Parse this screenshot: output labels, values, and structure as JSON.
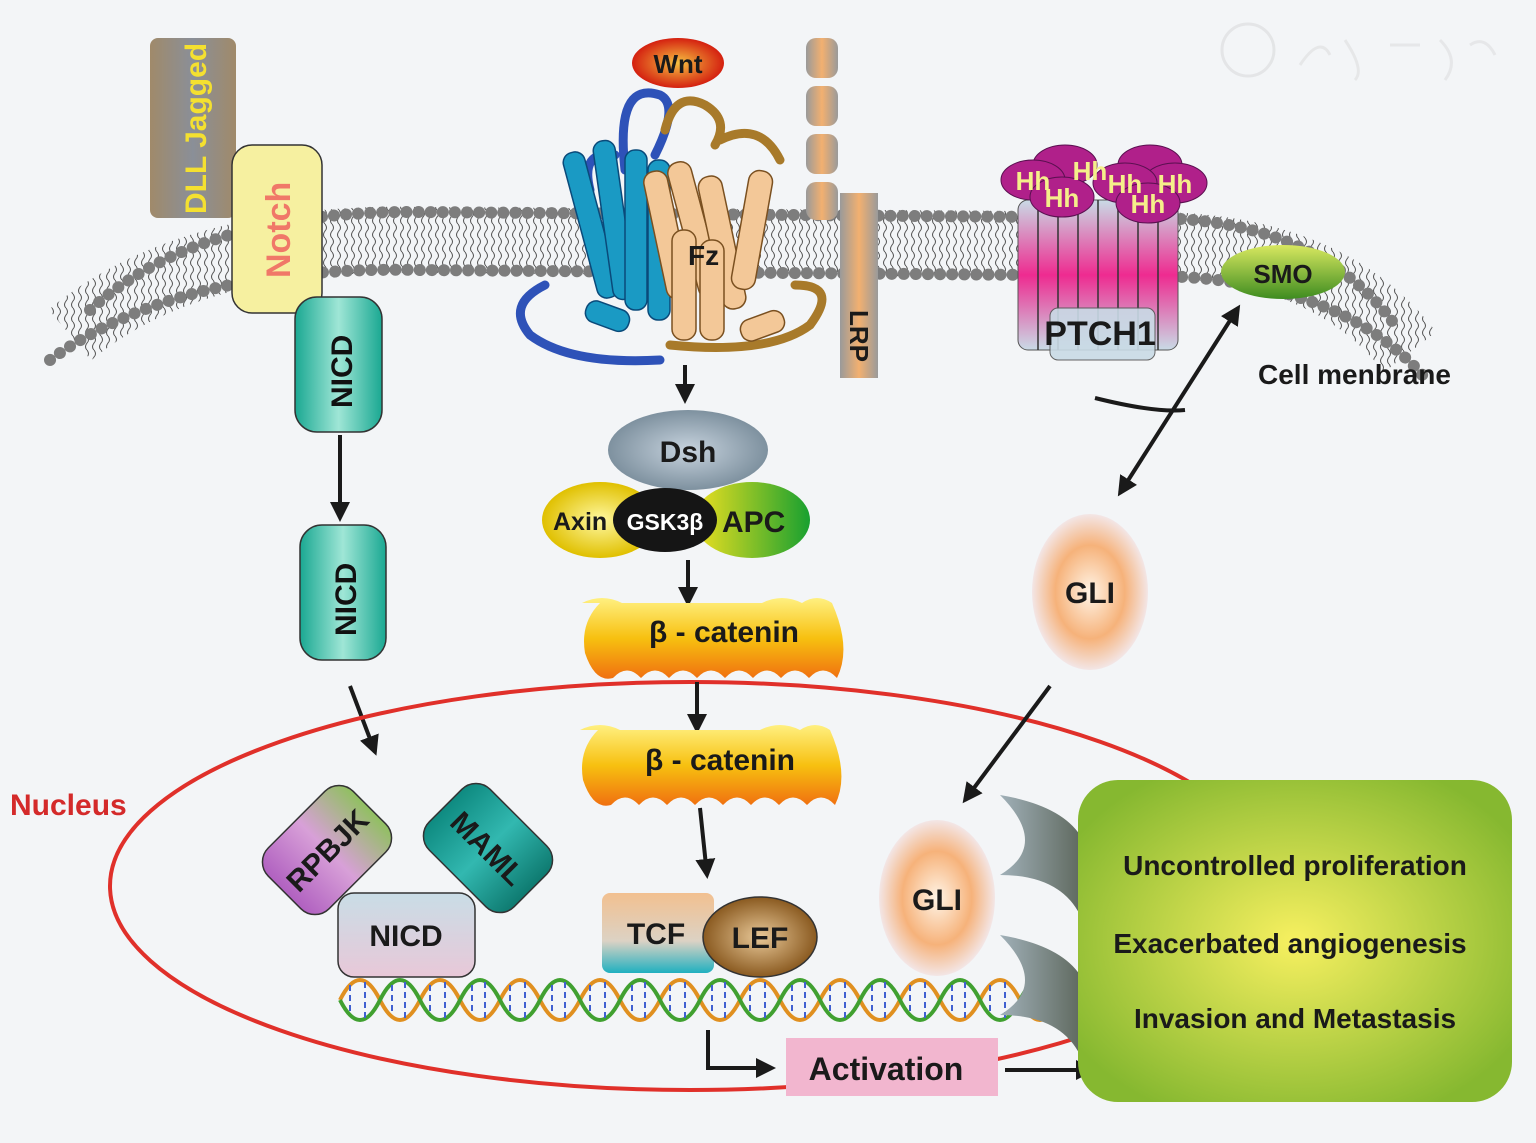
{
  "watermark": {
    "logo_text": "中华医学会"
  },
  "notch_pathway": {
    "ligand": "DLL Jagged",
    "receptor": "Notch",
    "nicd_membrane": "NICD",
    "nicd_cytoplasm": "NICD",
    "nuclear_complex": {
      "rpbjk": "RPBJK",
      "maml": "MAML",
      "nicd": "NICD"
    }
  },
  "wnt_pathway": {
    "ligand": "Wnt",
    "receptor": "Fz",
    "coreceptor": "LRP",
    "dsh": "Dsh",
    "destruction_complex": {
      "axin": "Axin",
      "gsk3b": "GSK3β",
      "apc": "APC"
    },
    "beta_catenin_cytoplasm": "β - catenin",
    "beta_catenin_nucleus": "β - catenin",
    "tcf": "TCF",
    "lef": "LEF"
  },
  "hedgehog_pathway": {
    "ligands": [
      "Hh",
      "Hh",
      "Hh",
      "Hh",
      "Hh",
      "Hh"
    ],
    "receptor": "PTCH1",
    "smo": "SMO",
    "gli_cytoplasm": "GLI",
    "gli_nucleus": "GLI"
  },
  "labels": {
    "cell_membrane": "Cell menbrane",
    "nucleus": "Nucleus",
    "activation": "Activation"
  },
  "outcomes": [
    "Uncontrolled proliferation",
    "Exacerbated angiogenesis",
    "Invasion and Metastasis"
  ],
  "colors": {
    "nucleus_outline": "#e0302a",
    "nucleus_label": "#d42a2a",
    "outcome_box": "#9cc43a",
    "activation_box": "#f2b6cf",
    "hh": "#b0208a",
    "hh_text": "#f5ef8a"
  }
}
